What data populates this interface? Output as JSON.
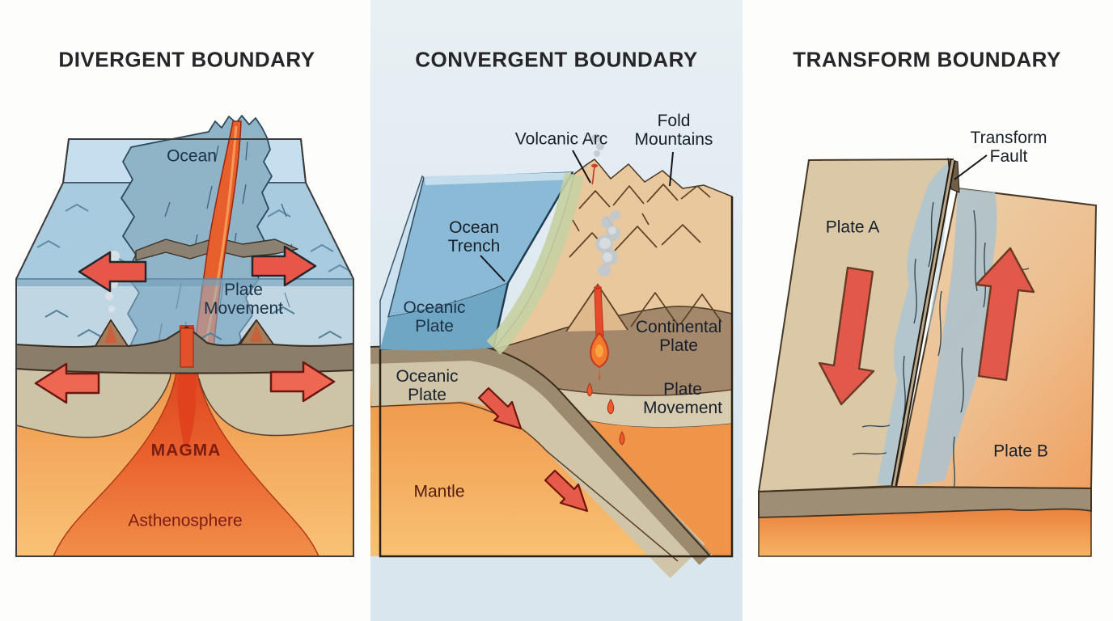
{
  "panels": [
    {
      "id": "divergent",
      "title": "DIVERGENT BOUNDARY",
      "labels": {
        "ocean": "Ocean",
        "plate_movement": "Plate Movement",
        "magma": "MAGMA",
        "asthenosphere": "Asthenosphere"
      }
    },
    {
      "id": "convergent",
      "title": "CONVERGENT BOUNDARY",
      "labels": {
        "volcanic_arc": "Volcanic Arc",
        "fold_mountains": "Fold Mountains",
        "ocean_trench": "Ocean Trench",
        "oceanic_plate_upper": "Oceanic Plate",
        "continental_plate": "Continental Plate",
        "oceanic_plate_lower": "Oceanic Plate",
        "plate_movement": "Plate Movement",
        "mantle": "Mantle"
      }
    },
    {
      "id": "transform",
      "title": "TRANSFORM BOUNDARY",
      "labels": {
        "transform_fault": "Transform Fault",
        "plate_a": "Plate A",
        "plate_b": "Plate B"
      }
    }
  ],
  "colors": {
    "arrow_red": "#e2584a",
    "magma_red": "#d63a1c",
    "rift_orange": "#e75f2d",
    "asthenosphere_orange": "#f3a65b",
    "ocean_blue": "#8cbad4",
    "plate_tan": "#d0c5a8",
    "crust_brown": "#9c8a6e",
    "mantle_orange": "#ee9549",
    "middle_background": "#dde9f0",
    "label_navy": "#1c3146",
    "label_maroon": "#7a1d10",
    "text_dark": "#26262a"
  }
}
